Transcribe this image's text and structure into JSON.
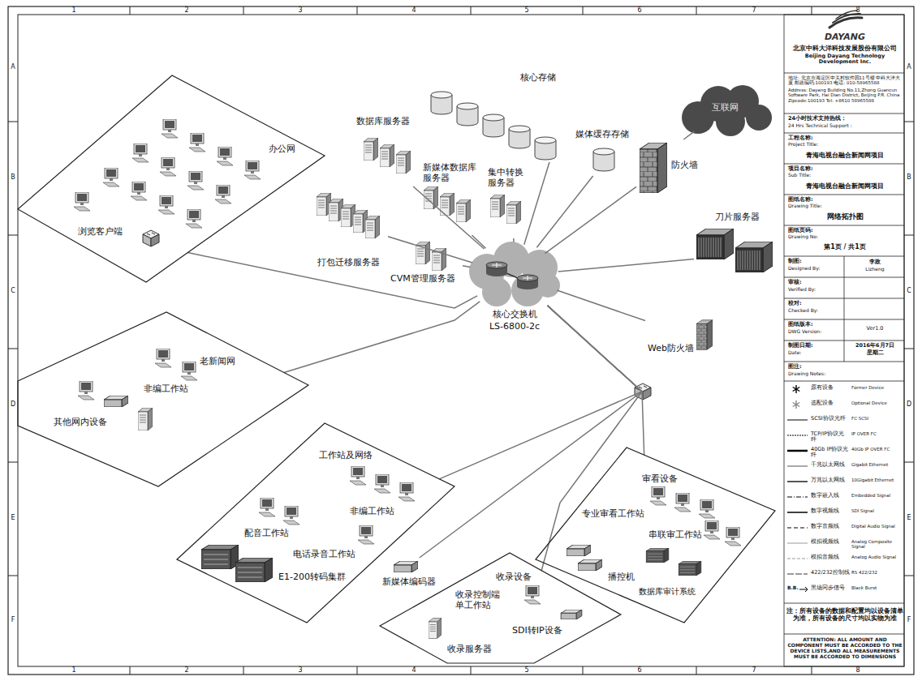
{
  "diagram": {
    "nodes": [
      {
        "text": [
          "办公网"
        ]
      },
      {
        "text": [
          "核心存储"
        ]
      },
      {
        "text": [
          "数据库服务器"
        ]
      },
      {
        "text": [
          "新媒体数据库服务器"
        ]
      },
      {
        "text": [
          "集中转换服务器"
        ]
      },
      {
        "text": [
          "打包迁移服务器"
        ]
      },
      {
        "text": [
          "CVM管理服务器"
        ]
      },
      {
        "text": [
          "媒体缓存存储"
        ]
      },
      {
        "text": [
          "互联网"
        ]
      },
      {
        "text": [
          "防火墙"
        ]
      },
      {
        "text": [
          "刀片服务器"
        ]
      },
      {
        "text": [
          "核心交换机",
          "LS-6800-2c"
        ]
      },
      {
        "text": [
          "Web防火墙"
        ]
      },
      {
        "text": [
          "老新闻网"
        ]
      },
      {
        "text": [
          "非编工作站"
        ],
        "in": 13
      },
      {
        "text": [
          "其他网内设备"
        ],
        "in": 13
      },
      {
        "text": [
          "工作站及网络"
        ]
      },
      {
        "text": [
          "配音工作站"
        ],
        "in": 16
      },
      {
        "text": [
          "非编工作站"
        ],
        "in": 16
      },
      {
        "text": [
          "电话录音工作站"
        ],
        "in": 16
      },
      {
        "text": [
          "E1-200转码集群"
        ],
        "in": 16
      },
      {
        "text": [
          "新媒体编码器"
        ]
      },
      {
        "text": [
          "审看设备"
        ]
      },
      {
        "text": [
          "专业审看工作站"
        ],
        "in": 22
      },
      {
        "text": [
          "串联审工作站"
        ],
        "in": 22
      },
      {
        "text": [
          "播控机"
        ],
        "in": 22
      },
      {
        "text": [
          "数据库审计系统"
        ],
        "in": 22
      },
      {
        "text": [
          "收录设备"
        ]
      },
      {
        "text": [
          "收录控制端 单工作站"
        ],
        "in": 27
      },
      {
        "text": [
          "SDI转IP设备"
        ],
        "in": 27
      },
      {
        "text": [
          "收录服务器"
        ],
        "in": 27
      }
    ],
    "edges": [
      {
        "from": 11,
        "to": 0,
        "arrow": "none"
      },
      {
        "from": 11,
        "to": 1,
        "arrow": "none"
      },
      {
        "from": 11,
        "to": 2,
        "arrow": "none"
      },
      {
        "from": 11,
        "to": 3,
        "arrow": "none"
      },
      {
        "from": 11,
        "to": 4,
        "arrow": "none"
      },
      {
        "from": 11,
        "to": 5,
        "arrow": "none"
      },
      {
        "from": 11,
        "to": 6,
        "arrow": "none"
      },
      {
        "from": 11,
        "to": 7,
        "arrow": "none"
      },
      {
        "from": 11,
        "to": 9,
        "arrow": "none"
      },
      {
        "from": 9,
        "to": 8,
        "arrow": "none"
      },
      {
        "from": 11,
        "to": 10,
        "arrow": "none"
      },
      {
        "from": 11,
        "to": 12,
        "arrow": "none"
      },
      {
        "from": 11,
        "to": 13,
        "arrow": "none"
      },
      {
        "from": 11,
        "to": 16,
        "arrow": "none"
      },
      {
        "from": 11,
        "to": 21,
        "arrow": "none"
      },
      {
        "from": 11,
        "to": 22,
        "arrow": "none"
      },
      {
        "from": 11,
        "to": 27,
        "arrow": "none"
      }
    ],
    "labels": [
      "1",
      "2",
      "3",
      "4",
      "5",
      "6",
      "7",
      "8",
      "1",
      "2",
      "3",
      "4",
      "5",
      "6",
      "7",
      "8",
      "A",
      "B",
      "C",
      "D",
      "E",
      "F",
      "A",
      "B",
      "C",
      "D",
      "E",
      "F",
      "浏览客户端",
      "DAYANG",
      "北京中科大洋科技发展股份有限公司",
      "Beijing Dayang Technology Development Inc.",
      "地址: 北京市海淀区中关村软件园11号楼 中科大洋大厦 邮政编码:100193 电话: 010-58965588",
      "Address: Dayang Building No.11,Zhong Guancun Software Park, Hai Dian District, Beijing P.R. China Zipcode:100193 Tel: +8610 58965588",
      "24小时技术支持热线：",
      "24 Hrs Technical Support :",
      "工程名称:",
      "Project Title:",
      "青海电视台融合新闻网项目",
      "项目名称:",
      "Sub Title:",
      "青海电视台融合新闻网项目",
      "图纸名称:",
      "Drawing Title:",
      "网络拓扑图",
      "图纸页码:",
      "Drawing No:",
      "第1页 / 共1页",
      "制图:",
      "Designed By:",
      "李政",
      "Lizheng",
      "审核:",
      "Verified By:",
      "校对:",
      "Checked By:",
      "图纸版本:",
      "DWG Version:",
      "Ver1.0",
      "制图日期:",
      "Date:",
      "2016年6月7日",
      "星期二",
      "图注:",
      "Drawing Notes:",
      "Former Device",
      "Optional Device",
      "FC SCSI",
      "IP OVER FC",
      "40Gb IP OVER FC",
      "Gigabit Ethernet",
      "10Gigabit Ethernet",
      "Embedded Signal",
      "SDI Signal",
      "Digital Audio Signal",
      "Analog Composite Signal",
      "Analog Audio Signal",
      "RS 422/232",
      "Black Burst",
      "B.B.",
      "注：所有设备的数据和配置均以设备清单为准，所有设备的尺寸均以实物为准",
      "ATTENTION: ALL AMOUNT AND COMPONENT MUST BE ACCORDED TO THE DEVICE LISTS,AND ALL MEASUREMENTS MUST BE ACCORDED TO DIMENSIONS"
    ],
    "legend": [
      {
        "text": "原有设备"
      },
      {
        "text": "选配设备"
      },
      {
        "text": "SCSI协议光纤"
      },
      {
        "text": "TCP/IP协议光纤"
      },
      {
        "text": "40Gb IP协议光纤"
      },
      {
        "text": "千兆以太网线"
      },
      {
        "text": "万兆以太网线"
      },
      {
        "text": "数字嵌入线"
      },
      {
        "text": "数字视频线"
      },
      {
        "text": "数字音频线"
      },
      {
        "text": "模拟视频线"
      },
      {
        "text": "模拟音频线"
      },
      {
        "text": "422/232控制线"
      },
      {
        "text": "黑场同步信号"
      }
    ]
  }
}
